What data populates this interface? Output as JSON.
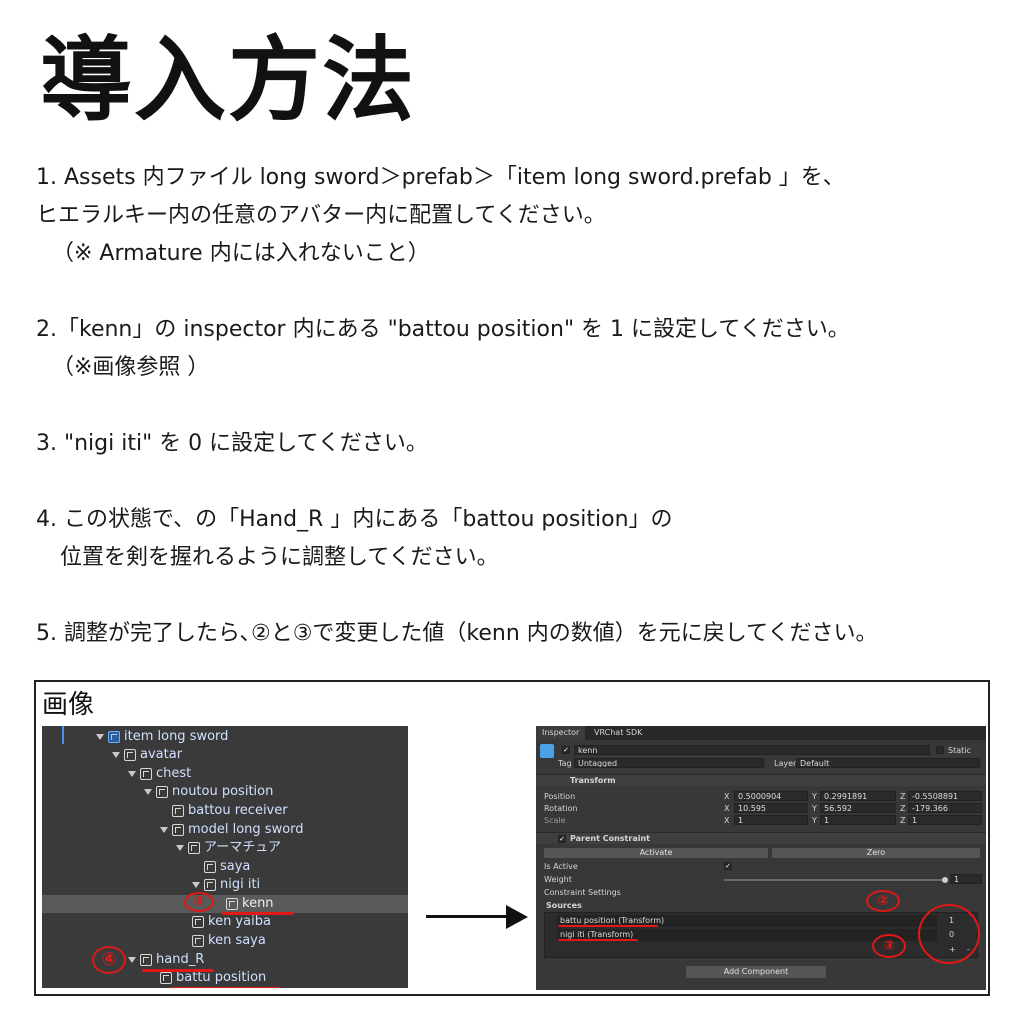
{
  "title": "導入方法",
  "instructions": [
    "1. Assets 内ファイル long sword＞prefab＞「item long sword.prefab 」を、",
    "ヒエラルキー内の任意のアバター内に配置してください。",
    "（※ Armature 内には入れないこと）",
    "2.「kenn」の inspector 内にある \"battou position\" を 1 に設定してください。",
    "（※画像参照 ）",
    "3. \"nigi iti\" を 0 に設定してください。",
    "4. この状態で、の「Hand_R 」内にある「battou position」の",
    "位置を剣を握れるように調整してください。",
    "5. 調整が完了したら､②と③で変更した値（kenn 内の数値）を元に戻してください。"
  ],
  "figure": {
    "label": "画像",
    "hierarchy": [
      {
        "name": "item long sword",
        "prefab": true
      },
      {
        "name": "avatar"
      },
      {
        "name": "chest"
      },
      {
        "name": "noutou position"
      },
      {
        "name": "battou receiver"
      },
      {
        "name": "model long sword"
      },
      {
        "name": "アーマチュア"
      },
      {
        "name": "saya"
      },
      {
        "name": "nigi iti"
      },
      {
        "name": "kenn"
      },
      {
        "name": "ken yaiba"
      },
      {
        "name": "ken saya"
      },
      {
        "name": "hand_R"
      },
      {
        "name": "battu position"
      }
    ],
    "marks": {
      "m3": "③",
      "m4": "④",
      "m2": "②",
      "m3b": "③"
    },
    "inspector": {
      "tabs": [
        "Inspector",
        "VRChat SDK"
      ],
      "object_name": "kenn",
      "static_label": "Static",
      "tag_label": "Tag",
      "tag_value": "Untagged",
      "layer_label": "Layer",
      "layer_value": "Default",
      "transform": {
        "header": "Transform",
        "position_label": "Position",
        "rotation_label": "Rotation",
        "scale_label": "Scale",
        "axis_x": "X",
        "axis_y": "Y",
        "axis_z": "Z",
        "position": [
          "0.5000904",
          "0.2991891",
          "-0.5508891"
        ],
        "rotation": [
          "10.595",
          "56.592",
          "-179.366"
        ],
        "scale": [
          "1",
          "1",
          "1"
        ]
      },
      "parent_constraint": {
        "header": "Parent Constraint",
        "activate": "Activate",
        "zero": "Zero",
        "is_active_label": "Is Active",
        "weight_label": "Weight",
        "weight_value": "1",
        "settings_label": "Constraint Settings",
        "sources_label": "Sources",
        "sources": [
          {
            "name": "battu position (Transform)",
            "weight": "1"
          },
          {
            "name": "nigi iti (Transform)",
            "weight": "0"
          }
        ],
        "plus": "+",
        "minus": "-"
      },
      "add_component": "Add Component"
    }
  },
  "colors": {
    "accent_red": "#e01818",
    "panel_dark": "#383838",
    "hierarchy_text": "#cfe0ff"
  }
}
